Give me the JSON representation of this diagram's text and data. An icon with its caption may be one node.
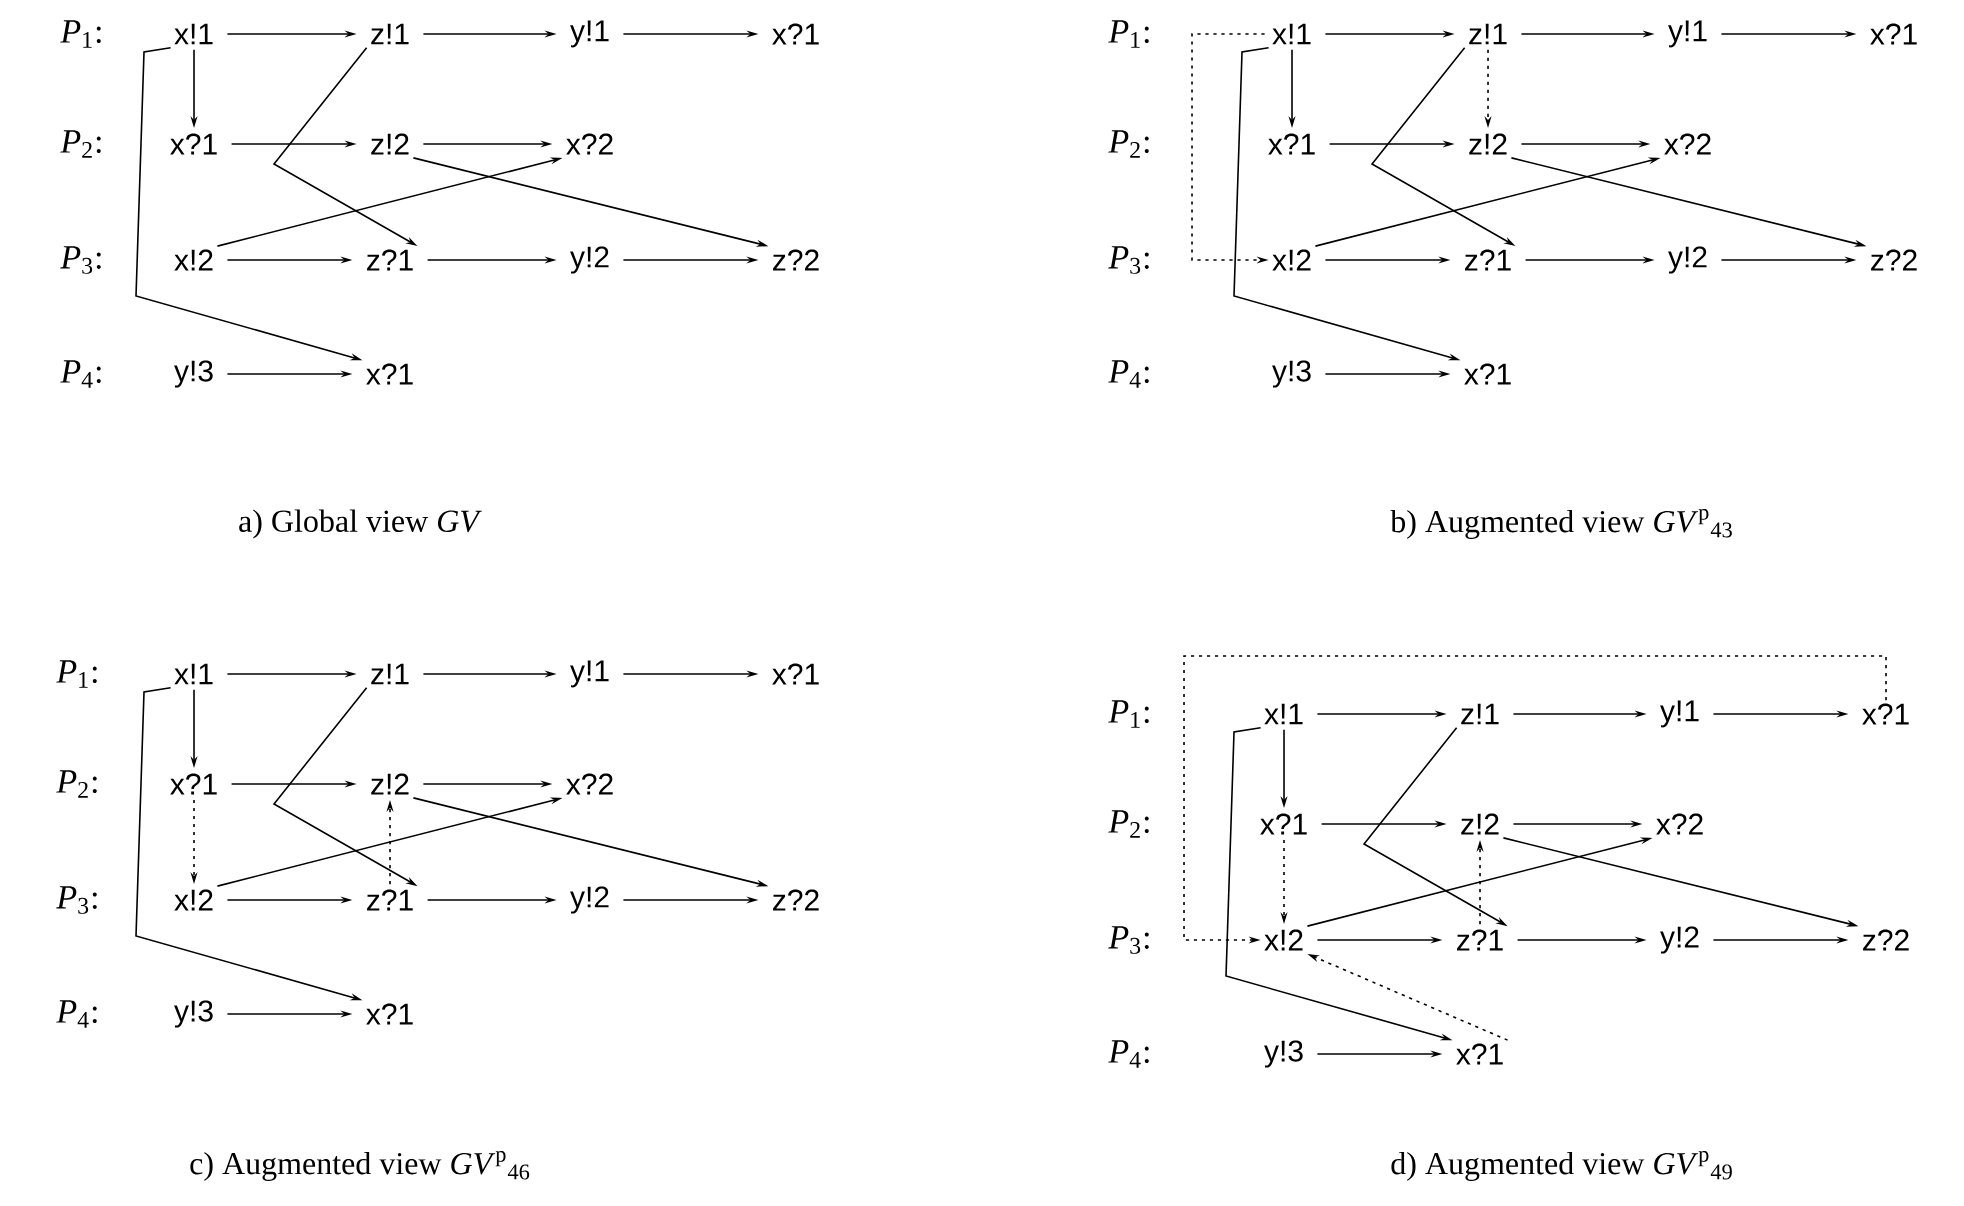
{
  "diagram": {
    "nodes": [
      {
        "text": [
          "x!1"
        ]
      },
      {
        "text": [
          "z!1"
        ]
      },
      {
        "text": [
          "y!1"
        ]
      },
      {
        "text": [
          "x?1"
        ]
      },
      {
        "text": [
          "x?1"
        ]
      },
      {
        "text": [
          "z!2"
        ]
      },
      {
        "text": [
          "x?2"
        ]
      },
      {
        "text": [
          "x!2"
        ]
      },
      {
        "text": [
          "z?1"
        ]
      },
      {
        "text": [
          "y!2"
        ]
      },
      {
        "text": [
          "z?2"
        ]
      },
      {
        "text": [
          "y!3"
        ]
      },
      {
        "text": [
          "x?1"
        ]
      },
      {
        "text": [
          "x!1"
        ]
      },
      {
        "text": [
          "z!1"
        ]
      },
      {
        "text": [
          "y!1"
        ]
      },
      {
        "text": [
          "x?1"
        ]
      },
      {
        "text": [
          "x?1"
        ]
      },
      {
        "text": [
          "z!2"
        ]
      },
      {
        "text": [
          "x?2"
        ]
      },
      {
        "text": [
          "x!2"
        ]
      },
      {
        "text": [
          "z?1"
        ]
      },
      {
        "text": [
          "y!2"
        ]
      },
      {
        "text": [
          "z?2"
        ]
      },
      {
        "text": [
          "y!3"
        ]
      },
      {
        "text": [
          "x?1"
        ]
      },
      {
        "text": [
          "x!1"
        ]
      },
      {
        "text": [
          "z!1"
        ]
      },
      {
        "text": [
          "y!1"
        ]
      },
      {
        "text": [
          "x?1"
        ]
      },
      {
        "text": [
          "x?1"
        ]
      },
      {
        "text": [
          "z!2"
        ]
      },
      {
        "text": [
          "x?2"
        ]
      },
      {
        "text": [
          "x!2"
        ]
      },
      {
        "text": [
          "z?1"
        ]
      },
      {
        "text": [
          "y!2"
        ]
      },
      {
        "text": [
          "z?2"
        ]
      },
      {
        "text": [
          "y!3"
        ]
      },
      {
        "text": [
          "x?1"
        ]
      },
      {
        "text": [
          "x!1"
        ]
      },
      {
        "text": [
          "z!1"
        ]
      },
      {
        "text": [
          "y!1"
        ]
      },
      {
        "text": [
          "x?1"
        ]
      },
      {
        "text": [
          "x?1"
        ]
      },
      {
        "text": [
          "z!2"
        ]
      },
      {
        "text": [
          "x?2"
        ]
      },
      {
        "text": [
          "x!2"
        ]
      },
      {
        "text": [
          "z?1"
        ]
      },
      {
        "text": [
          "y!2"
        ]
      },
      {
        "text": [
          "z?2"
        ]
      },
      {
        "text": [
          "y!3"
        ]
      },
      {
        "text": [
          "x?1"
        ]
      }
    ],
    "edges": [
      {
        "from": 0,
        "to": 1,
        "arrow": "to"
      },
      {
        "from": 1,
        "to": 2,
        "arrow": "to"
      },
      {
        "from": 2,
        "to": 3,
        "arrow": "to"
      },
      {
        "from": 0,
        "to": 4,
        "arrow": "to"
      },
      {
        "from": 4,
        "to": 5,
        "arrow": "to"
      },
      {
        "from": 5,
        "to": 6,
        "arrow": "to"
      },
      {
        "from": 7,
        "to": 8,
        "arrow": "to"
      },
      {
        "from": 8,
        "to": 9,
        "arrow": "to"
      },
      {
        "from": 9,
        "to": 10,
        "arrow": "to"
      },
      {
        "from": 11,
        "to": 12,
        "arrow": "to"
      },
      {
        "from": 0,
        "to": 12,
        "arrow": "to"
      },
      {
        "from": 1,
        "to": 8,
        "arrow": "to"
      },
      {
        "from": 7,
        "to": 6,
        "arrow": "to"
      },
      {
        "from": 5,
        "to": 10,
        "arrow": "to"
      },
      {
        "from": 13,
        "to": 14,
        "arrow": "to"
      },
      {
        "from": 14,
        "to": 15,
        "arrow": "to"
      },
      {
        "from": 15,
        "to": 16,
        "arrow": "to"
      },
      {
        "from": 13,
        "to": 17,
        "arrow": "to"
      },
      {
        "from": 17,
        "to": 18,
        "arrow": "to"
      },
      {
        "from": 18,
        "to": 19,
        "arrow": "to"
      },
      {
        "from": 20,
        "to": 21,
        "arrow": "to"
      },
      {
        "from": 21,
        "to": 22,
        "arrow": "to"
      },
      {
        "from": 22,
        "to": 23,
        "arrow": "to"
      },
      {
        "from": 24,
        "to": 25,
        "arrow": "to"
      },
      {
        "from": 13,
        "to": 25,
        "arrow": "to"
      },
      {
        "from": 14,
        "to": 21,
        "arrow": "to"
      },
      {
        "from": 20,
        "to": 19,
        "arrow": "to"
      },
      {
        "from": 18,
        "to": 23,
        "arrow": "to"
      },
      {
        "from": 13,
        "to": 20,
        "arrow": "to",
        "style": "dashed"
      },
      {
        "from": 14,
        "to": 18,
        "arrow": "to",
        "style": "dashed"
      },
      {
        "from": 26,
        "to": 27,
        "arrow": "to"
      },
      {
        "from": 27,
        "to": 28,
        "arrow": "to"
      },
      {
        "from": 28,
        "to": 29,
        "arrow": "to"
      },
      {
        "from": 26,
        "to": 30,
        "arrow": "to"
      },
      {
        "from": 30,
        "to": 31,
        "arrow": "to"
      },
      {
        "from": 31,
        "to": 32,
        "arrow": "to"
      },
      {
        "from": 33,
        "to": 34,
        "arrow": "to"
      },
      {
        "from": 34,
        "to": 35,
        "arrow": "to"
      },
      {
        "from": 35,
        "to": 36,
        "arrow": "to"
      },
      {
        "from": 37,
        "to": 38,
        "arrow": "to"
      },
      {
        "from": 26,
        "to": 38,
        "arrow": "to"
      },
      {
        "from": 27,
        "to": 34,
        "arrow": "to"
      },
      {
        "from": 33,
        "to": 32,
        "arrow": "to"
      },
      {
        "from": 31,
        "to": 36,
        "arrow": "to"
      },
      {
        "from": 30,
        "to": 33,
        "arrow": "to",
        "style": "dashed"
      },
      {
        "from": 34,
        "to": 31,
        "arrow": "to",
        "style": "dashed"
      },
      {
        "from": 39,
        "to": 40,
        "arrow": "to"
      },
      {
        "from": 40,
        "to": 41,
        "arrow": "to"
      },
      {
        "from": 41,
        "to": 42,
        "arrow": "to"
      },
      {
        "from": 39,
        "to": 43,
        "arrow": "to"
      },
      {
        "from": 43,
        "to": 44,
        "arrow": "to"
      },
      {
        "from": 44,
        "to": 45,
        "arrow": "to"
      },
      {
        "from": 46,
        "to": 47,
        "arrow": "to"
      },
      {
        "from": 47,
        "to": 48,
        "arrow": "to"
      },
      {
        "from": 48,
        "to": 49,
        "arrow": "to"
      },
      {
        "from": 50,
        "to": 51,
        "arrow": "to"
      },
      {
        "from": 39,
        "to": 51,
        "arrow": "to"
      },
      {
        "from": 40,
        "to": 47,
        "arrow": "to"
      },
      {
        "from": 46,
        "to": 45,
        "arrow": "to"
      },
      {
        "from": 44,
        "to": 49,
        "arrow": "to"
      },
      {
        "from": 42,
        "to": 46,
        "arrow": "to",
        "style": "dashed"
      },
      {
        "from": 43,
        "to": 46,
        "arrow": "to",
        "style": "dashed"
      },
      {
        "from": 47,
        "to": 44,
        "arrow": "to",
        "style": "dashed"
      },
      {
        "from": 51,
        "to": 46,
        "arrow": "to",
        "style": "dashed"
      }
    ],
    "labels": [
      "*P*$_{1}$:",
      "*P*$_{2}$:",
      "*P*$_{3}$:",
      "*P*$_{4}$:",
      "a) Global view *GV*",
      "*P*$_{1}$:",
      "*P*$_{2}$:",
      "*P*$_{3}$:",
      "*P*$_{4}$:",
      "b) Augmented view *GV*$^{p}$$_{43}$",
      "*P*$_{1}$:",
      "*P*$_{2}$:",
      "*P*$_{3}$:",
      "*P*$_{4}$:",
      "c) Augmented view *GV*$^{p}$$_{46}$",
      "*P*$_{1}$:",
      "*P*$_{2}$:",
      "*P*$_{3}$:",
      "*P*$_{4}$:",
      "d) Augmented view *GV*$^{p}$$_{49}$"
    ]
  }
}
